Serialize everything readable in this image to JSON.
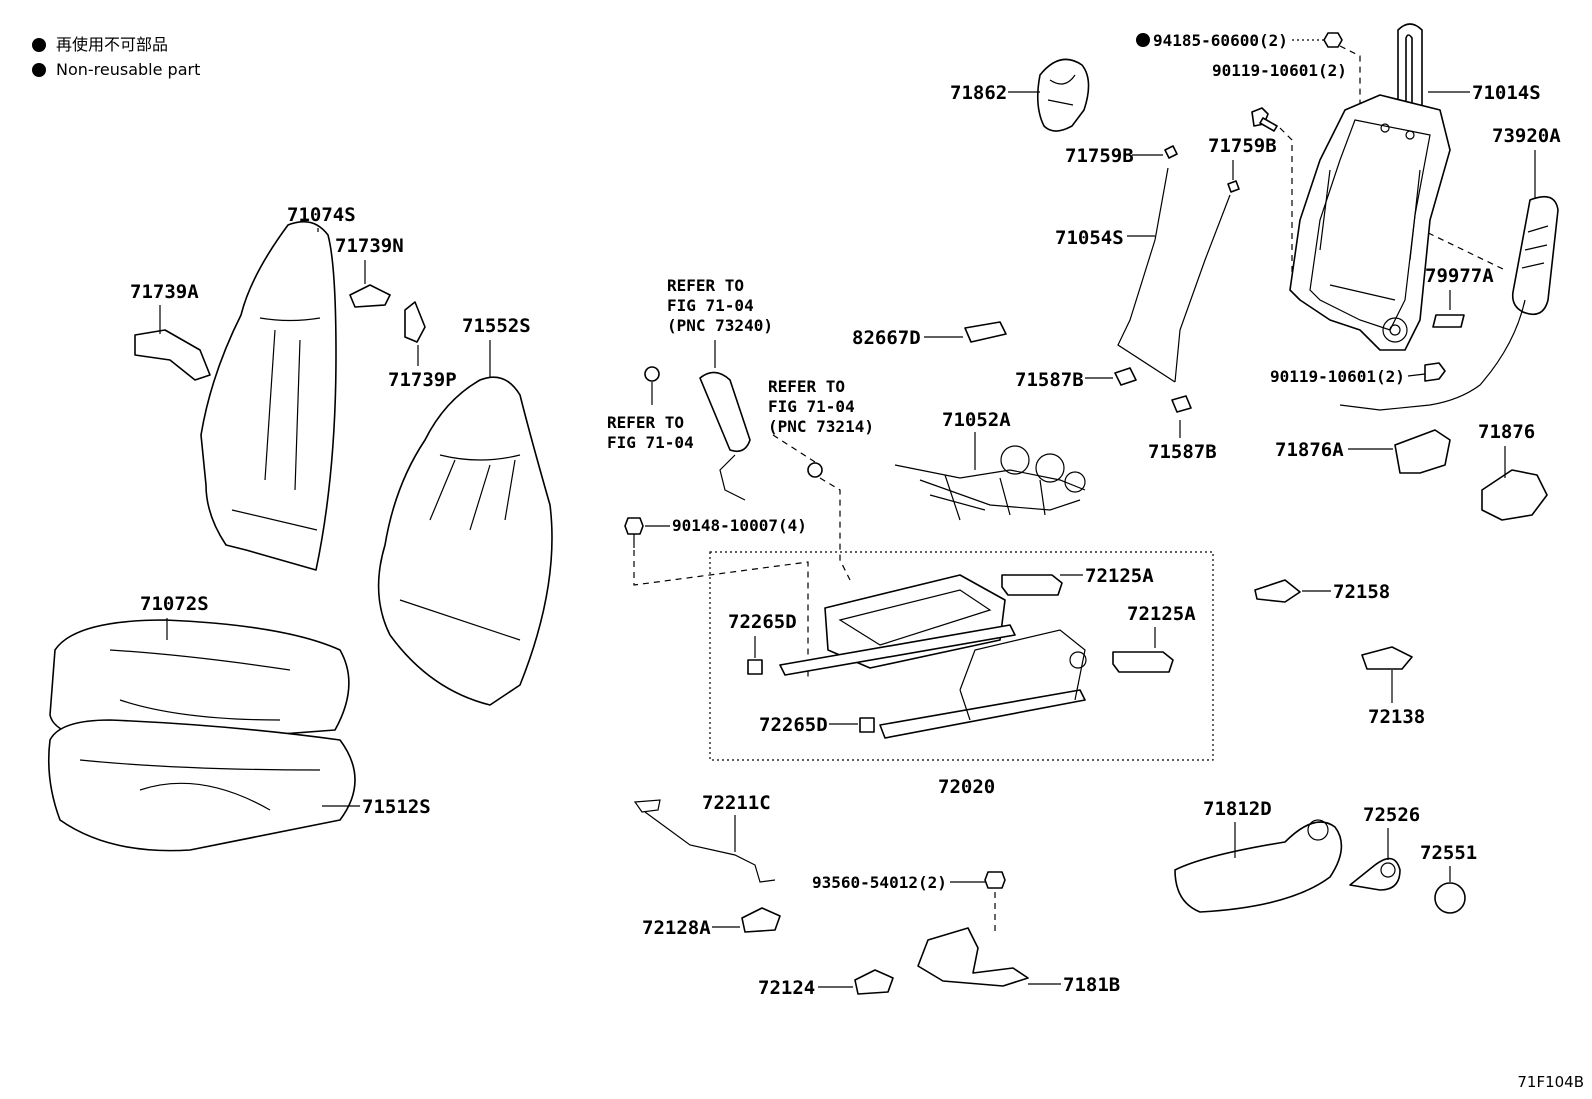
{
  "legend": {
    "line1": "再使用不可部品",
    "line2": "Non-reusable part"
  },
  "figure_id": "71F104B",
  "refs": {
    "ref1": [
      "REFER TO",
      "FIG 71-04",
      "(PNC 73240)"
    ],
    "ref2": [
      "REFER TO",
      "FIG 71-04"
    ],
    "ref3": [
      "REFER TO",
      "FIG 71-04",
      "(PNC 73214)"
    ]
  },
  "parts": {
    "p94185": "94185-60600(2)",
    "p90119a": "90119-10601(2)",
    "p71014S": "71014S",
    "p73920A": "73920A",
    "p71862": "71862",
    "p71759B_1": "71759B",
    "p71759B_2": "71759B",
    "p71054S": "71054S",
    "p79977A": "79977A",
    "p82667D": "82667D",
    "p90119b": "90119-10601(2)",
    "p71587B_1": "71587B",
    "p71587B_2": "71587B",
    "p71052A": "71052A",
    "p71876A": "71876A",
    "p71876": "71876",
    "p71074S": "71074S",
    "p71739N": "71739N",
    "p71739A": "71739A",
    "p71739P": "71739P",
    "p71552S": "71552S",
    "p90148": "90148-10007(4)",
    "p71072S": "71072S",
    "p71512S": "71512S",
    "p72125A_1": "72125A",
    "p72125A_2": "72125A",
    "p72265D_1": "72265D",
    "p72265D_2": "72265D",
    "p72020": "72020",
    "p72158": "72158",
    "p72138": "72138",
    "p72211C": "72211C",
    "p93560": "93560-54012(2)",
    "p72128A": "72128A",
    "p72124": "72124",
    "p7181B": "7181B",
    "p71812D": "71812D",
    "p72526": "72526",
    "p72551": "72551"
  }
}
